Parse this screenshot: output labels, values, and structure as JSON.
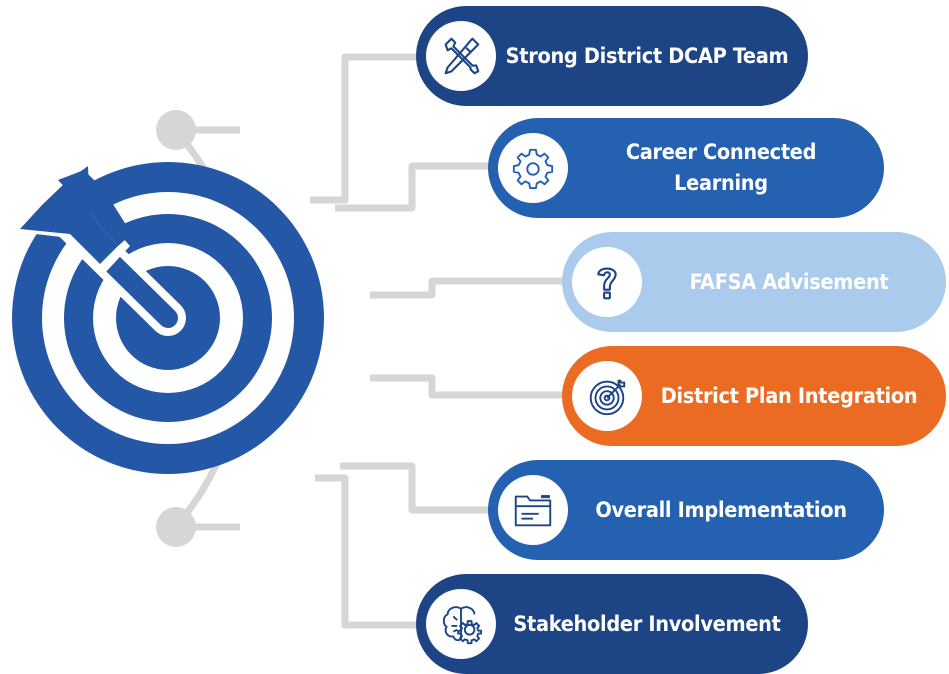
{
  "colors": {
    "dark_blue": "#1d4585",
    "mid_blue": "#2461b1",
    "light_blue": "#aacbec",
    "orange": "#ec6b22",
    "connector_gray": "#d6d6d6",
    "target_blue": "#2458a6"
  },
  "items": [
    {
      "label": "Strong District DCAP Team",
      "icon": "tools-icon",
      "color": "#1d4585"
    },
    {
      "label": "Career Connected Learning",
      "icon": "gear-icon",
      "color": "#2461b1"
    },
    {
      "label": "FAFSA Advisement",
      "icon": "question-icon",
      "color": "#aacbec"
    },
    {
      "label": "District Plan Integration",
      "icon": "target-icon",
      "color": "#ec6b22"
    },
    {
      "label": "Overall Implementation",
      "icon": "folder-icon",
      "color": "#2461b1"
    },
    {
      "label": "Stakeholder Involvement",
      "icon": "brain-gear-icon",
      "color": "#1d4585"
    }
  ]
}
